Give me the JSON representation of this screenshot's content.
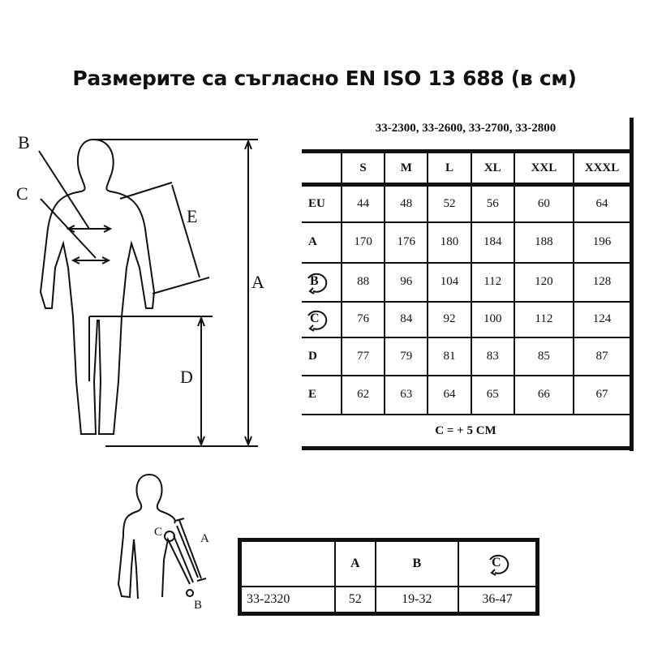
{
  "title": "Размерите са съгласно EN ISO 13 688 (в см)",
  "figure_labels": {
    "A": "A",
    "B": "B",
    "C": "C",
    "D": "D",
    "E": "E"
  },
  "main_table": {
    "title": "33-2300, 33-2600, 33-2700, 33-2800",
    "sizes": [
      "S",
      "M",
      "L",
      "XL",
      "XXL",
      "XXXL"
    ],
    "rows": [
      {
        "label": "EU",
        "values": [
          "44",
          "48",
          "52",
          "56",
          "60",
          "64"
        ]
      },
      {
        "label": "A",
        "values": [
          "170",
          "176",
          "180",
          "184",
          "188",
          "196"
        ]
      },
      {
        "label": "B",
        "values": [
          "88",
          "96",
          "104",
          "112",
          "120",
          "128"
        ]
      },
      {
        "label": "C",
        "values": [
          "76",
          "84",
          "92",
          "100",
          "112",
          "124"
        ]
      },
      {
        "label": "D",
        "values": [
          "77",
          "79",
          "81",
          "83",
          "85",
          "87"
        ]
      },
      {
        "label": "E",
        "values": [
          "62",
          "63",
          "64",
          "65",
          "66",
          "67"
        ]
      }
    ],
    "footer": "C = + 5 CM"
  },
  "arm_figure_labels": {
    "A": "A",
    "B": "B",
    "C": "C"
  },
  "sub_table": {
    "headers": [
      "",
      "A",
      "B",
      "C"
    ],
    "row": [
      "33-2320",
      "52",
      "19-32",
      "36-47"
    ]
  }
}
